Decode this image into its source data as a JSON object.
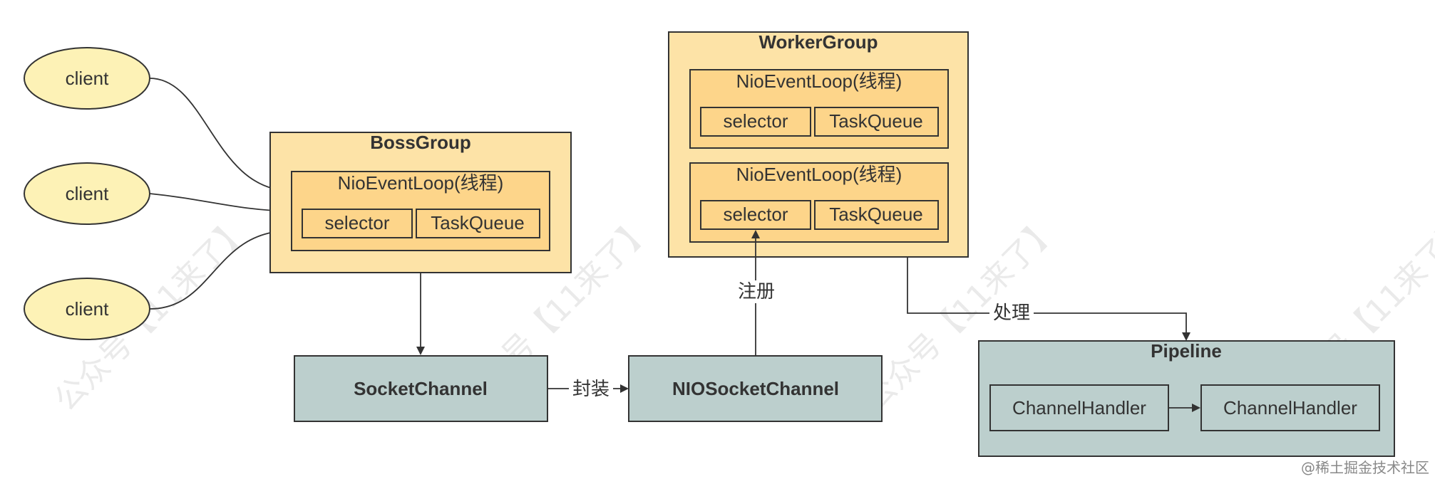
{
  "clients": [
    "client",
    "client",
    "client"
  ],
  "boss_group": {
    "title": "BossGroup",
    "loop": {
      "title": "NioEventLoop(线程)",
      "selector": "selector",
      "queue": "TaskQueue"
    }
  },
  "worker_group": {
    "title": "WorkerGroup",
    "loops": [
      {
        "title": "NioEventLoop(线程)",
        "selector": "selector",
        "queue": "TaskQueue"
      },
      {
        "title": "NioEventLoop(线程)",
        "selector": "selector",
        "queue": "TaskQueue"
      }
    ]
  },
  "socket_channel": "SocketChannel",
  "nio_socket_channel": "NIOSocketChannel",
  "edge_labels": {
    "wrap": "封装",
    "register": "注册",
    "handle": "处理"
  },
  "pipeline": {
    "title": "Pipeline",
    "handlers": [
      "ChannelHandler",
      "ChannelHandler"
    ]
  },
  "watermark": "公众号【11来了】",
  "credit": "@稀土掘金技术社区",
  "colors": {
    "client_fill": "#fdf2b6",
    "group_fill": "#fde3a7",
    "loop_fill": "#fdd58a",
    "channel_fill": "#bccfcd",
    "stroke": "#333333"
  }
}
